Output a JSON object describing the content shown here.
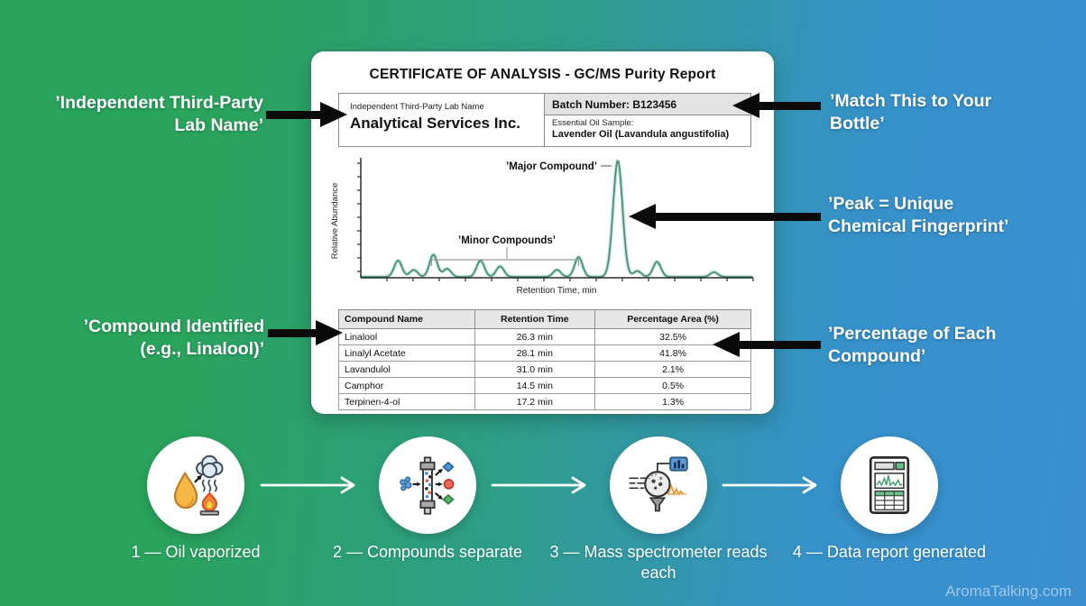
{
  "watermark": "AromaTalking.com",
  "colors": {
    "background_green": "#2aa35c",
    "background_blue": "#3b8fd1",
    "trace_green": "#3f8f6e",
    "accent_green": "#6abf8a",
    "arrow_black": "#0a0a0a",
    "table_header_gray": "#e6e6e6"
  },
  "certificate": {
    "title": "CERTIFICATE OF ANALYSIS - GC/MS Purity Report",
    "lab_label": "Independent Third-Party Lab Name",
    "lab_name": "Analytical Services Inc.",
    "batch_line": "Batch Number: B123456",
    "sample_label": "Essential Oil Sample:",
    "sample_value": "Lavender Oil (Lavandula angustifolia)",
    "table": {
      "headers": [
        "Compound Name",
        "Retention Time",
        "Percentage Area (%)"
      ],
      "rows": [
        [
          "Linalool",
          "26.3 min",
          "32.5%"
        ],
        [
          "Linalyl Acetate",
          "28.1 min",
          "41.8%"
        ],
        [
          "Lavandulol",
          "31.0 min",
          "2.1%"
        ],
        [
          "Camphor",
          "14.5 min",
          "0.5%"
        ],
        [
          "Terpinen-4-ol",
          "17.2 min",
          "1.3%"
        ]
      ]
    }
  },
  "chart_data": {
    "type": "line",
    "title": "",
    "xlabel": "Retention Time, min",
    "ylabel": "Relative Abundance",
    "annotations": {
      "major": "’Major Compound’",
      "minor": "’Minor Compounds’"
    },
    "x_ticks_count": 15,
    "y_ticks_count": 9,
    "axis_numeric_labels": false,
    "peaks": [
      {
        "pos": 0.095,
        "rel_height": 0.14
      },
      {
        "pos": 0.135,
        "rel_height": 0.06
      },
      {
        "pos": 0.185,
        "rel_height": 0.19
      },
      {
        "pos": 0.22,
        "rel_height": 0.07
      },
      {
        "pos": 0.305,
        "rel_height": 0.14
      },
      {
        "pos": 0.355,
        "rel_height": 0.09
      },
      {
        "pos": 0.5,
        "rel_height": 0.06
      },
      {
        "pos": 0.555,
        "rel_height": 0.17
      },
      {
        "pos": 0.655,
        "rel_height": 1.0,
        "annotation": "major"
      },
      {
        "pos": 0.705,
        "rel_height": 0.05
      },
      {
        "pos": 0.755,
        "rel_height": 0.13
      },
      {
        "pos": 0.9,
        "rel_height": 0.04
      }
    ],
    "minor_bracket_range": [
      0.18,
      0.555
    ]
  },
  "callouts": {
    "lab_name": "’Independent Third-Party Lab Name’",
    "compound_identified": "’Compound Identified (e.g., Linalool)’",
    "match_bottle": "’Match This to Your Bottle’",
    "peak_fingerprint": "’Peak = Unique Chemical Fingerprint’",
    "percentage": "’Percentage of Each Compound’"
  },
  "process_steps": [
    {
      "label": "1 — Oil vaporized",
      "icon": "oil-vaporization-icon"
    },
    {
      "label": "2 — Compounds separate",
      "icon": "separation-column-icon"
    },
    {
      "label": "3 — Mass spectrometer reads each",
      "icon": "mass-spectrometer-icon"
    },
    {
      "label": "4 — Data report generated",
      "icon": "data-report-icon"
    }
  ]
}
